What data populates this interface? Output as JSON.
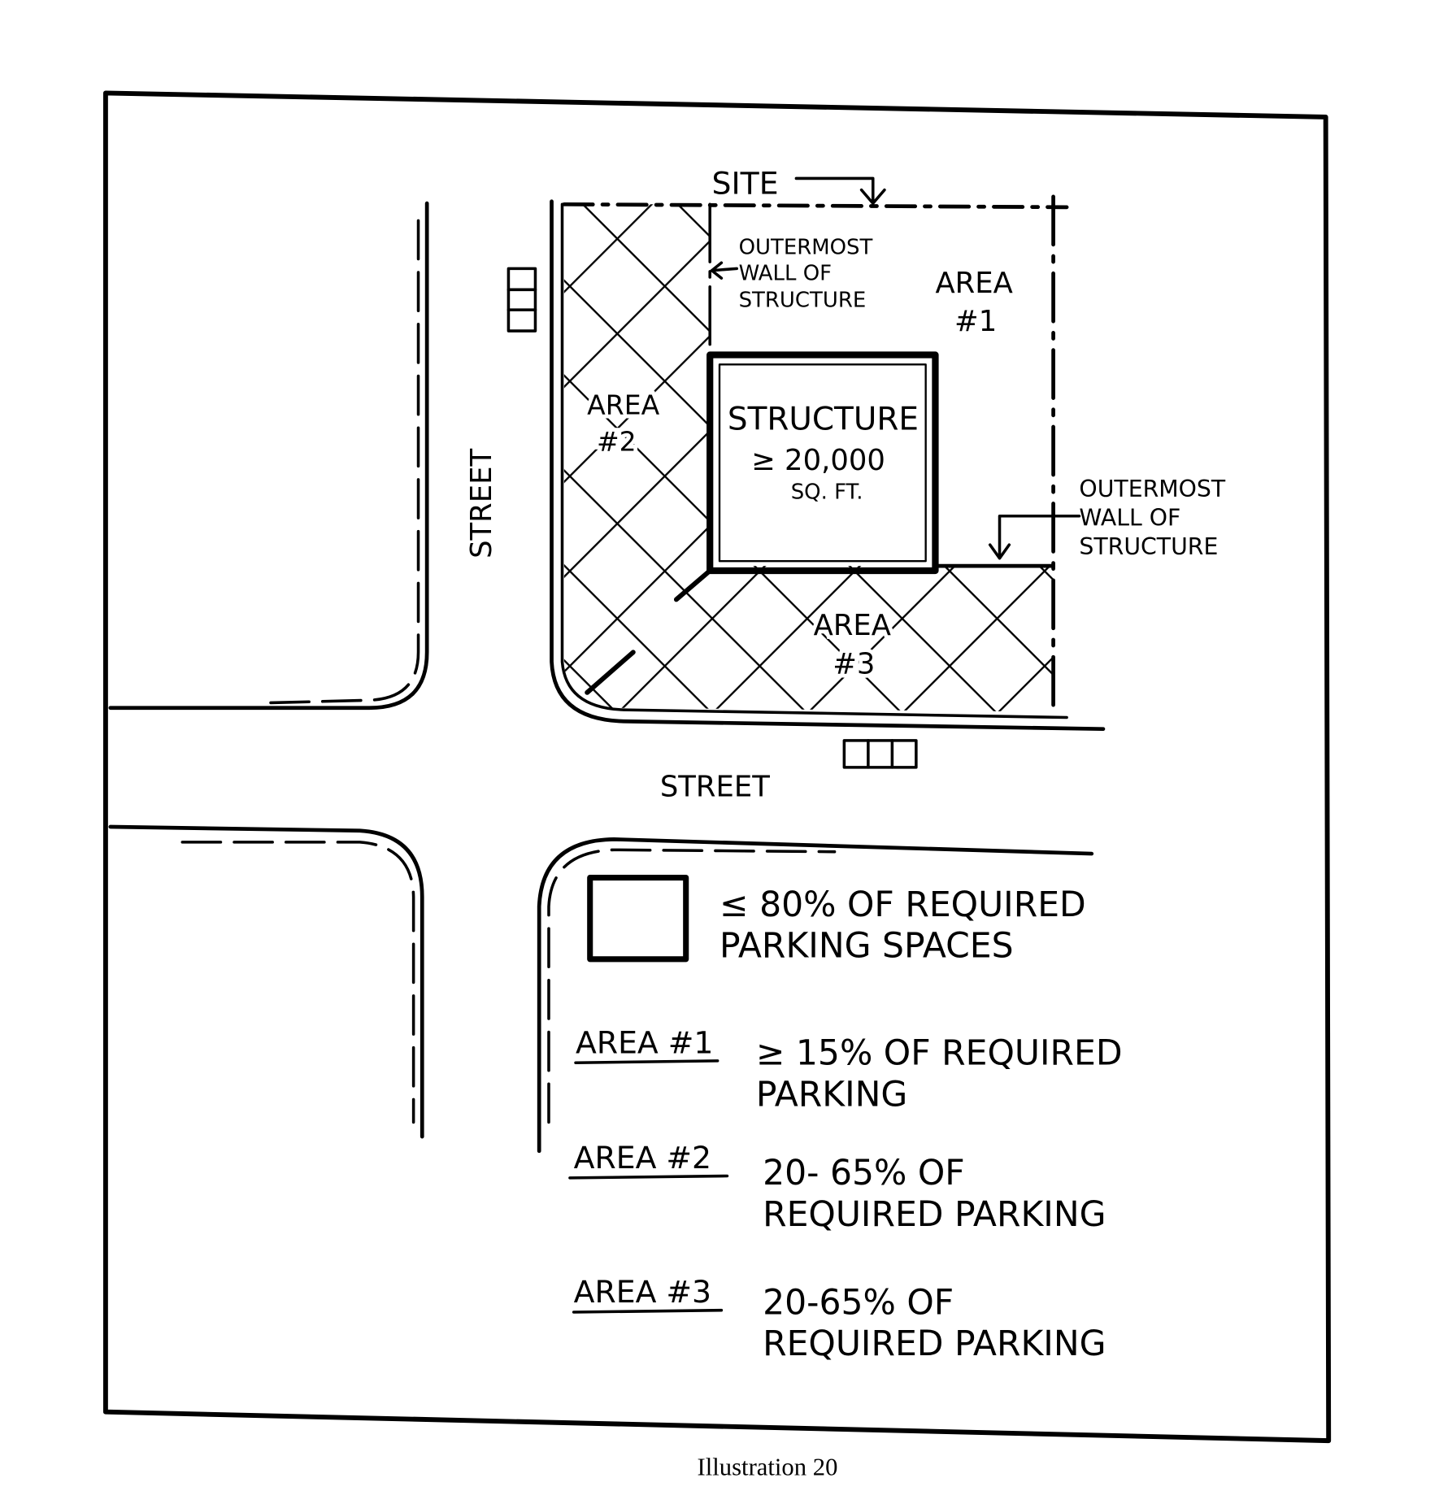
{
  "diagram": {
    "site_label": "SITE",
    "outermost_wall_top": [
      "OUTERMOST",
      "WALL OF",
      "STRUCTURE"
    ],
    "outermost_wall_right": [
      "OUTERMOST",
      "WALL OF",
      "STRUCTURE"
    ],
    "area1": [
      "AREA",
      "#1"
    ],
    "area2": [
      "AREA",
      "#2"
    ],
    "area3": [
      "AREA",
      "#3"
    ],
    "structure": [
      "STRUCTURE",
      "≥ 20,000",
      "SQ. FT."
    ],
    "street_vertical": "STREET",
    "street_horizontal": "STREET"
  },
  "legend": {
    "hatch_text": [
      "≤ 80% OF REQUIRED",
      "PARKING SPACES"
    ],
    "items": [
      {
        "label": "AREA #1",
        "text": [
          "≥ 15% OF REQUIRED",
          "PARKING"
        ]
      },
      {
        "label": "AREA #2",
        "text": [
          "20- 65% OF",
          "REQUIRED PARKING"
        ]
      },
      {
        "label": "AREA #3",
        "text": [
          "20-65% OF",
          "REQUIRED PARKING"
        ]
      }
    ]
  },
  "caption": "Illustration 20"
}
